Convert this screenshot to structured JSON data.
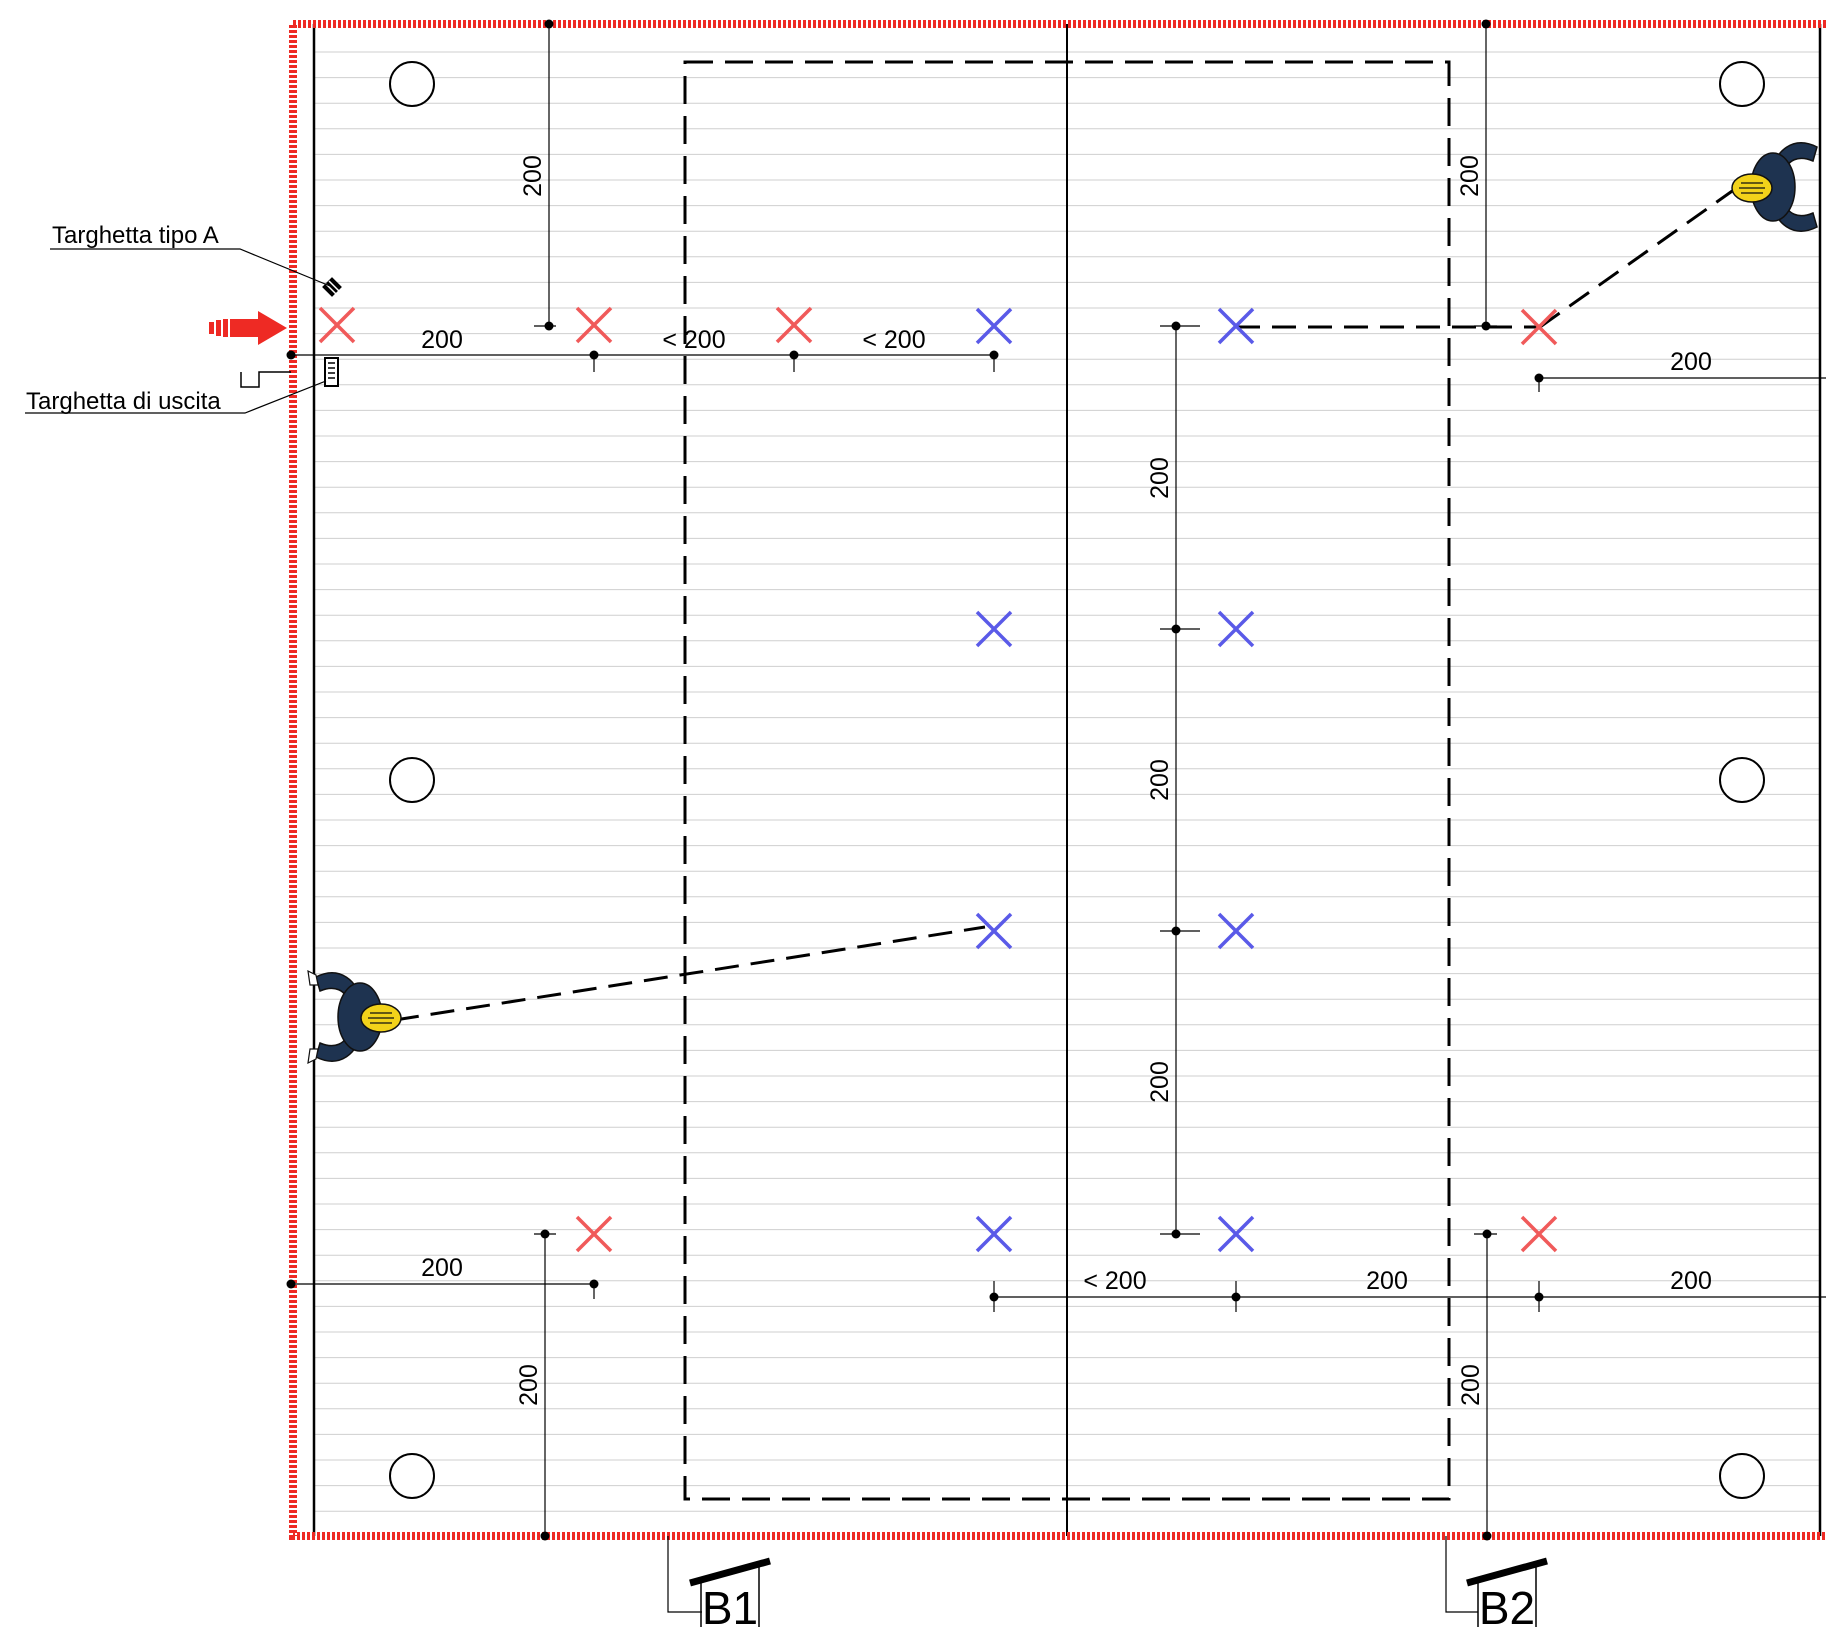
{
  "drawing": {
    "annotations": {
      "plate_type_a": "Targhetta tipo A",
      "exit_plate": "Targhetta di uscita"
    },
    "dimension_labels": {
      "top_left_horizontal": "200",
      "top_mid_horizontal_1": "< 200",
      "top_mid_horizontal_2": "< 200",
      "top_right_horizontal": "200",
      "top_left_vertical": "200",
      "top_right_vertical": "200",
      "center_vertical_1": "200",
      "center_vertical_2": "200",
      "center_vertical_3": "200",
      "bottom_left_horizontal": "200",
      "bottom_left_vertical": "200",
      "bottom_mid_horizontal": "< 200",
      "bottom_center_horizontal": "200",
      "bottom_right_horizontal": "200",
      "bottom_right_vertical": "200"
    },
    "sections": {
      "b1": "B1",
      "b2": "B2"
    },
    "colors": {
      "perimeter": "#ee2a24",
      "red_anchor": "#f05a5a",
      "blue_anchor": "#5a5ae8",
      "worker_suit": "#1e3350",
      "worker_helmet": "#f2d21a",
      "panel_lines": "#c8c8c8"
    },
    "icons": {
      "anchor_red": "cross-icon",
      "anchor_blue": "cross-icon",
      "column": "circle-icon",
      "worker": "worker-topview-icon",
      "access": "arrow-icon"
    }
  }
}
